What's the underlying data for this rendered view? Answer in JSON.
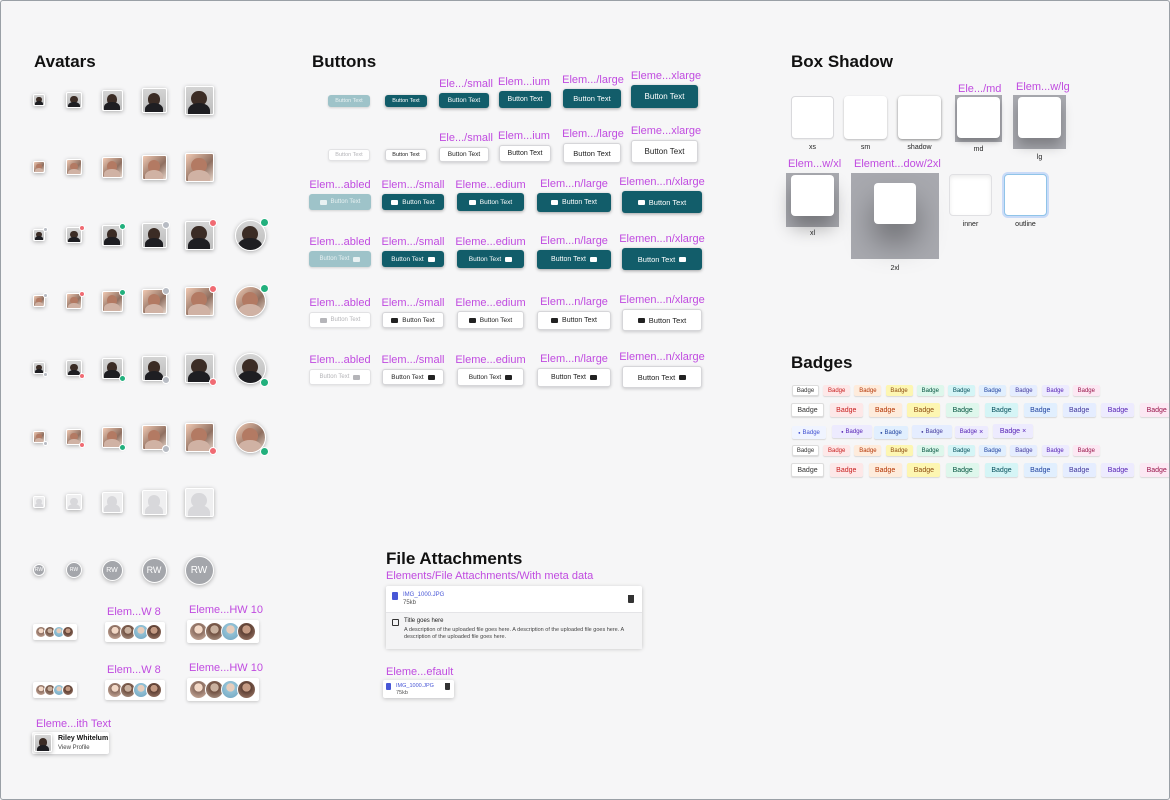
{
  "sections": {
    "avatars": "Avatars",
    "buttons": "Buttons",
    "box_shadow": "Box Shadow",
    "badges": "Badges",
    "file_attachments": "File Attachments"
  },
  "avatars": {
    "initials": "RW",
    "group_labels": [
      "Elem...W 8",
      "Eleme...HW 10",
      "Elem...W 8",
      "Eleme...HW 10"
    ],
    "with_text_label": "Eleme...ith Text",
    "profile_name": "Riley Whitelum",
    "profile_link": "View Profile"
  },
  "buttons": {
    "text": "Button Text",
    "row1_labels": [
      "Ele.../small",
      "Elem...ium",
      "Elem.../large",
      "Eleme...xlarge"
    ],
    "row2_labels": [
      "Ele.../small",
      "Elem...ium",
      "Elem.../large",
      "Eleme...xlarge"
    ],
    "row3_labels": [
      "Elem...abled",
      "Elem.../small",
      "Eleme...edium",
      "Elem...n/large",
      "Elemen...n/xlarge"
    ],
    "row4_labels": [
      "Elem...abled",
      "Elem.../small",
      "Eleme...edium",
      "Elem...n/large",
      "Elemen...n/xlarge"
    ],
    "row5_labels": [
      "Elem...abled",
      "Elem.../small",
      "Eleme...edium",
      "Elem...n/large",
      "Elemen...n/xlarge"
    ],
    "row6_labels": [
      "Elem...abled",
      "Elem.../small",
      "Eleme...edium",
      "Elem...n/large",
      "Elemen...n/xlarge"
    ]
  },
  "box_shadow": {
    "captions": [
      "xs",
      "sm",
      "shadow",
      "md",
      "lg",
      "xl",
      "2xl",
      "inner",
      "outline"
    ],
    "labels": [
      "Ele.../md",
      "Elem...w/lg",
      "Elem...w/xl",
      "Element...dow/2xl"
    ]
  },
  "badges": {
    "text": "Badge",
    "colors": [
      "#ffffff",
      "#fde8e8",
      "#feecdc",
      "#fdf6b2",
      "#def7ec",
      "#d5f5f6",
      "#e1effe",
      "#e5edff",
      "#edebfe",
      "#fce8f3"
    ],
    "text_colors": [
      "#333333",
      "#c81e1e",
      "#b43403",
      "#8e4b10",
      "#03543f",
      "#05505c",
      "#1e429f",
      "#42389d",
      "#5521b5",
      "#99154b"
    ]
  },
  "file_attachments": {
    "meta_label": "Elements/File Attachments/With meta data",
    "file_name": "IMG_1000.JPG",
    "file_size": "75kb",
    "title": "Title goes here",
    "description": "A description of the uploaded file goes here. A description of the uploaded file goes here. A description of the uploaded file goes here.",
    "default_label": "Eleme...efault"
  }
}
